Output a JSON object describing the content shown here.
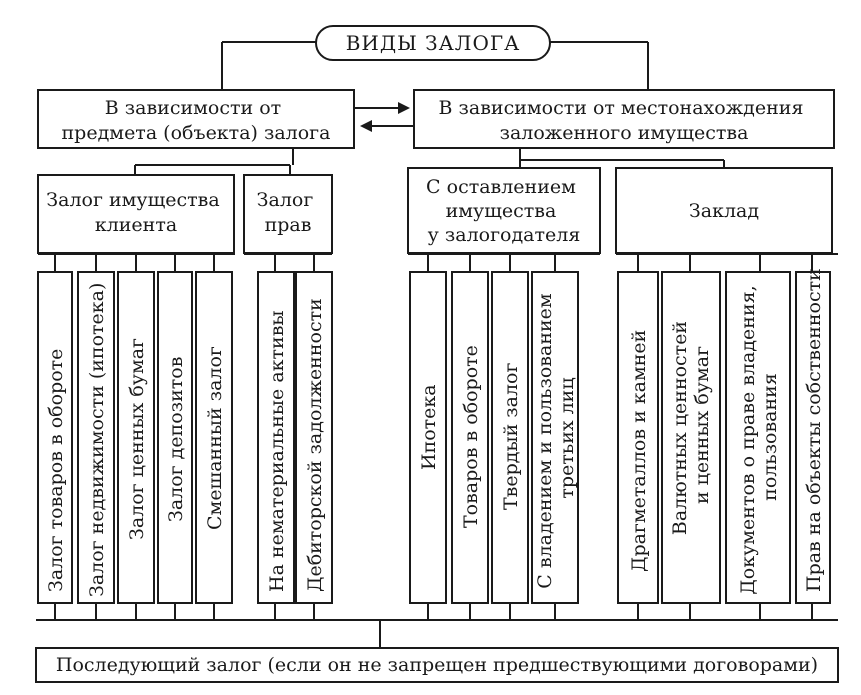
{
  "root": "ВИДЫ ЗАЛОГА",
  "left_criterion": [
    "В зависимости от",
    "предмета (объекта) залога"
  ],
  "right_criterion": [
    "В зависимости от местонахождения",
    "заложенного имущества"
  ],
  "groups": {
    "client_property": [
      "Залог имущества",
      "клиента"
    ],
    "rights": [
      "Залог",
      "прав"
    ],
    "retained": [
      "С оставлением",
      "имущества",
      "у залогодателя"
    ],
    "zaklad": [
      "Заклад"
    ]
  },
  "leaves": {
    "goods_turnover": [
      "Залог товаров в обороте"
    ],
    "real_estate": [
      "Залог недвижимости (ипотека)"
    ],
    "securities": [
      "Залог ценных бумаг"
    ],
    "deposits": [
      "Залог депозитов"
    ],
    "mixed": [
      "Смешанный залог"
    ],
    "intangible": [
      "На нематериальные активы"
    ],
    "receivables": [
      "Дебиторской задолженности"
    ],
    "mortgage": [
      "Ипотека"
    ],
    "goods": [
      "Товаров в обороте"
    ],
    "firm": [
      "Твердый залог"
    ],
    "third_parties": [
      "С владением и пользованием",
      "третьих лиц"
    ],
    "precious": [
      "Драгметаллов и камней"
    ],
    "currency": [
      "Валютных ценностей",
      "и ценных бумаг"
    ],
    "documents": [
      "Документов о праве владения,",
      "пользования"
    ],
    "ownership": [
      "Прав на объекты собственности"
    ]
  },
  "footer": "Последующий залог (если он не запрещен предшествующими договорами)"
}
